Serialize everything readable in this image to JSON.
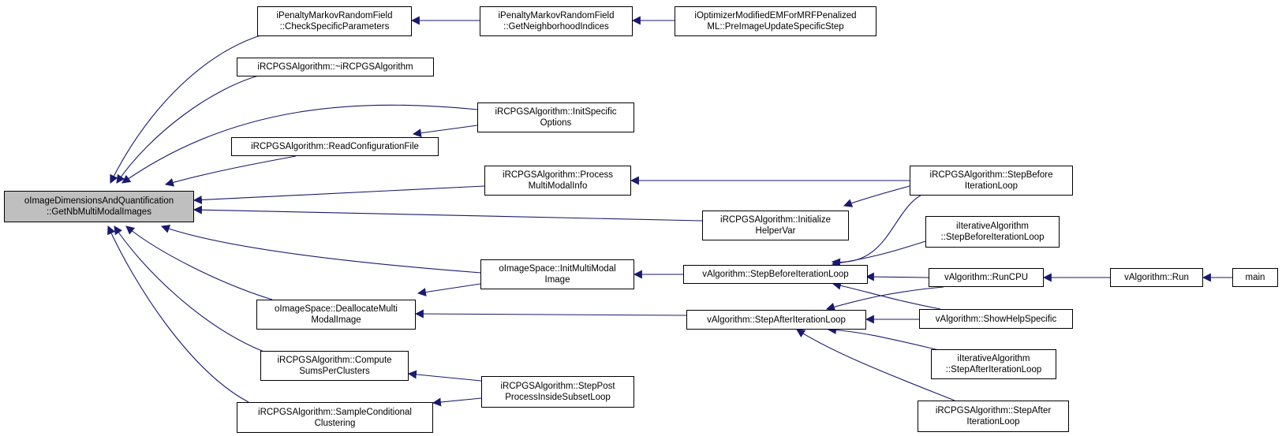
{
  "colors": {
    "edge": "#191970",
    "root_fill": "#bfbfbf",
    "node_fill": "#ffffff",
    "node_border": "#000000"
  },
  "nodes": {
    "root": "oImageDimensionsAndQuantification\n::GetNbMultiModalImages",
    "check_specific_parameters": "iPenaltyMarkovRandomField\n::CheckSpecificParameters",
    "get_neighborhood_indices": "iPenaltyMarkovRandomField\n::GetNeighborhoodIndices",
    "pre_image_update_specific_step": "iOptimizerModifiedEMForMRFPenalized\nML::PreImageUpdateSpecificStep",
    "destructor": "iRCPGSAlgorithm::~iRCPGSAlgorithm",
    "init_specific_options": "iRCPGSAlgorithm::InitSpecific\nOptions",
    "read_configuration_file": "iRCPGSAlgorithm::ReadConfigurationFile",
    "process_multimodal_info": "iRCPGSAlgorithm::Process\nMultiModalInfo",
    "rcpgs_step_before_iteration_loop": "iRCPGSAlgorithm::StepBefore\nIterationLoop",
    "initialize_helper_var": "iRCPGSAlgorithm::Initialize\nHelperVar",
    "iterative_step_before_iteration_loop": "iIterativeAlgorithm\n::StepBeforeIterationLoop",
    "init_multimodal_image": "oImageSpace::InitMultiModal\nImage",
    "v_step_before_iteration_loop": "vAlgorithm::StepBeforeIterationLoop",
    "run_cpu": "vAlgorithm::RunCPU",
    "run": "vAlgorithm::Run",
    "main": "main",
    "deallocate_multimodal_image": "oImageSpace::DeallocateMulti\nModalImage",
    "v_step_after_iteration_loop": "vAlgorithm::StepAfterIterationLoop",
    "show_help_specific": "vAlgorithm::ShowHelpSpecific",
    "compute_sums_per_clusters": "iRCPGSAlgorithm::Compute\nSumsPerClusters",
    "iterative_step_after_iteration_loop": "iIterativeAlgorithm\n::StepAfterIterationLoop",
    "step_post_process_inside_subset_loop": "iRCPGSAlgorithm::StepPost\nProcessInsideSubsetLoop",
    "sample_conditional_clustering": "iRCPGSAlgorithm::SampleConditional\nClustering",
    "rcpgs_step_after_iteration_loop": "iRCPGSAlgorithm::StepAfter\nIterationLoop"
  }
}
